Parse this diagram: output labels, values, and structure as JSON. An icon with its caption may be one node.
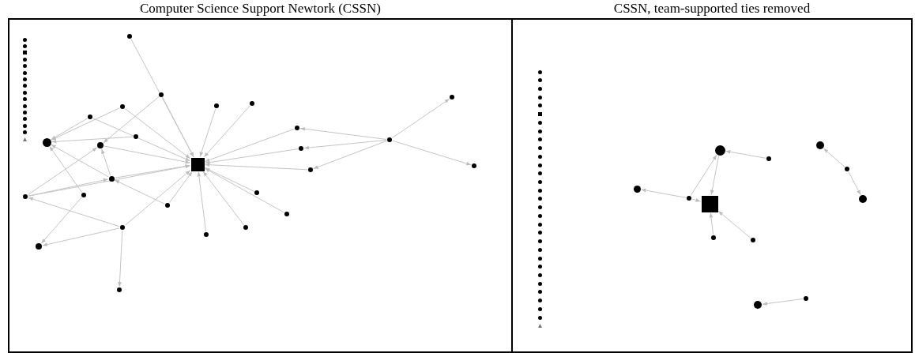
{
  "diagram": {
    "nodes": [
      {
        "text": [
          "Computer Science Support Newtork (CSSN)"
        ]
      },
      {
        "text": [],
        "shape": "circle",
        "in": 0
      },
      {
        "text": [],
        "shape": "circle",
        "in": 0
      },
      {
        "text": [],
        "shape": "box",
        "in": 0
      },
      {
        "text": [],
        "shape": "circle",
        "in": 0
      },
      {
        "text": [],
        "shape": "circle",
        "in": 0
      },
      {
        "text": [],
        "shape": "circle",
        "in": 0
      },
      {
        "text": [],
        "shape": "circle",
        "in": 0
      },
      {
        "text": [],
        "shape": "circle",
        "in": 0
      },
      {
        "text": [],
        "shape": "circle",
        "in": 0
      },
      {
        "text": [],
        "shape": "circle",
        "in": 0
      },
      {
        "text": [],
        "shape": "circle",
        "in": 0
      },
      {
        "text": [],
        "shape": "circle",
        "in": 0
      },
      {
        "text": [],
        "shape": "circle",
        "in": 0
      },
      {
        "text": [],
        "shape": "circle",
        "in": 0
      },
      {
        "text": [],
        "shape": "circle",
        "in": 0
      },
      {
        "text": [],
        "shape": "triangle",
        "in": 0
      },
      {
        "text": [],
        "shape": "circle",
        "in": 0
      },
      {
        "text": [],
        "shape": "circle",
        "in": 0
      },
      {
        "text": [],
        "shape": "circle",
        "in": 0
      },
      {
        "text": [],
        "shape": "circle",
        "in": 0
      },
      {
        "text": [],
        "shape": "circle",
        "in": 0
      },
      {
        "text": [],
        "shape": "circle",
        "in": 0
      },
      {
        "text": [],
        "shape": "circle",
        "in": 0
      },
      {
        "text": [],
        "shape": "box",
        "in": 0
      },
      {
        "text": [],
        "shape": "circle",
        "in": 0
      },
      {
        "text": [],
        "shape": "circle",
        "in": 0
      },
      {
        "text": [],
        "shape": "circle",
        "in": 0
      },
      {
        "text": [],
        "shape": "circle",
        "in": 0
      },
      {
        "text": [],
        "shape": "circle",
        "in": 0
      },
      {
        "text": [],
        "shape": "circle",
        "in": 0
      },
      {
        "text": [],
        "shape": "circle",
        "in": 0
      },
      {
        "text": [],
        "shape": "circle",
        "in": 0
      },
      {
        "text": [],
        "shape": "circle",
        "in": 0
      },
      {
        "text": [],
        "shape": "circle",
        "in": 0
      },
      {
        "text": [],
        "shape": "circle",
        "in": 0
      },
      {
        "text": [],
        "shape": "circle",
        "in": 0
      },
      {
        "text": [],
        "shape": "circle",
        "in": 0
      },
      {
        "text": [],
        "shape": "circle",
        "in": 0
      },
      {
        "text": [],
        "shape": "circle",
        "in": 0
      },
      {
        "text": [],
        "shape": "circle",
        "in": 0
      },
      {
        "text": [],
        "shape": "circle",
        "in": 0
      },
      {
        "text": [],
        "shape": "circle",
        "in": 0
      },
      {
        "text": [],
        "shape": "circle",
        "in": 0
      },
      {
        "text": [
          "CSSN, team-supported ties removed"
        ]
      },
      {
        "text": [],
        "shape": "circle",
        "in": 44
      },
      {
        "text": [],
        "shape": "circle",
        "in": 44
      },
      {
        "text": [],
        "shape": "circle",
        "in": 44
      },
      {
        "text": [],
        "shape": "circle",
        "in": 44
      },
      {
        "text": [],
        "shape": "circle",
        "in": 44
      },
      {
        "text": [],
        "shape": "box",
        "in": 44
      },
      {
        "text": [],
        "shape": "circle",
        "in": 44
      },
      {
        "text": [],
        "shape": "circle",
        "in": 44
      },
      {
        "text": [],
        "shape": "circle",
        "in": 44
      },
      {
        "text": [],
        "shape": "circle",
        "in": 44
      },
      {
        "text": [],
        "shape": "circle",
        "in": 44
      },
      {
        "text": [],
        "shape": "circle",
        "in": 44
      },
      {
        "text": [],
        "shape": "circle",
        "in": 44
      },
      {
        "text": [],
        "shape": "circle",
        "in": 44
      },
      {
        "text": [],
        "shape": "circle",
        "in": 44
      },
      {
        "text": [],
        "shape": "circle",
        "in": 44
      },
      {
        "text": [],
        "shape": "circle",
        "in": 44
      },
      {
        "text": [],
        "shape": "circle",
        "in": 44
      },
      {
        "text": [],
        "shape": "circle",
        "in": 44
      },
      {
        "text": [],
        "shape": "circle",
        "in": 44
      },
      {
        "text": [],
        "shape": "circle",
        "in": 44
      },
      {
        "text": [],
        "shape": "circle",
        "in": 44
      },
      {
        "text": [],
        "shape": "circle",
        "in": 44
      },
      {
        "text": [],
        "shape": "circle",
        "in": 44
      },
      {
        "text": [],
        "shape": "circle",
        "in": 44
      },
      {
        "text": [],
        "shape": "circle",
        "in": 44
      },
      {
        "text": [],
        "shape": "circle",
        "in": 44
      },
      {
        "text": [],
        "shape": "circle",
        "in": 44
      },
      {
        "text": [],
        "shape": "circle",
        "in": 44
      },
      {
        "text": [],
        "shape": "circle",
        "in": 44
      },
      {
        "text": [],
        "shape": "triangle",
        "in": 44
      },
      {
        "text": [],
        "shape": "circle",
        "in": 44
      },
      {
        "text": [],
        "shape": "circle",
        "in": 44
      },
      {
        "text": [],
        "shape": "circle",
        "in": 44
      },
      {
        "text": [],
        "shape": "circle",
        "in": 44
      },
      {
        "text": [],
        "shape": "box",
        "in": 44
      },
      {
        "text": [],
        "shape": "circle",
        "in": 44
      },
      {
        "text": [],
        "shape": "circle",
        "in": 44
      },
      {
        "text": [],
        "shape": "circle",
        "in": 44
      },
      {
        "text": [],
        "shape": "circle",
        "in": 44
      },
      {
        "text": [],
        "shape": "circle",
        "in": 44
      },
      {
        "text": [],
        "shape": "circle",
        "in": 44
      },
      {
        "text": [],
        "shape": "circle",
        "in": 44
      }
    ],
    "edges": [
      {
        "from": 17,
        "to": 24,
        "arrow": "to"
      },
      {
        "from": 18,
        "to": 24,
        "arrow": "to"
      },
      {
        "from": 18,
        "to": 23,
        "arrow": "to"
      },
      {
        "from": 19,
        "to": 22,
        "arrow": "to"
      },
      {
        "from": 19,
        "to": 24,
        "arrow": "to"
      },
      {
        "from": 20,
        "to": 22,
        "arrow": "to"
      },
      {
        "from": 20,
        "to": 24,
        "arrow": "to"
      },
      {
        "from": 21,
        "to": 22,
        "arrow": "to"
      },
      {
        "from": 23,
        "to": 24,
        "arrow": "to"
      },
      {
        "from": 25,
        "to": 23,
        "arrow": "to"
      },
      {
        "from": 25,
        "to": 22,
        "arrow": "to"
      },
      {
        "from": 25,
        "to": 24,
        "arrow": "to"
      },
      {
        "from": 26,
        "to": 23,
        "arrow": "to"
      },
      {
        "from": 26,
        "to": 25,
        "arrow": "to"
      },
      {
        "from": 26,
        "to": 24,
        "arrow": "to"
      },
      {
        "from": 27,
        "to": 22,
        "arrow": "to"
      },
      {
        "from": 27,
        "to": 30,
        "arrow": "to"
      },
      {
        "from": 28,
        "to": 25,
        "arrow": "to"
      },
      {
        "from": 28,
        "to": 24,
        "arrow": "to"
      },
      {
        "from": 29,
        "to": 26,
        "arrow": "to"
      },
      {
        "from": 29,
        "to": 30,
        "arrow": "to"
      },
      {
        "from": 29,
        "to": 31,
        "arrow": "to"
      },
      {
        "from": 29,
        "to": 24,
        "arrow": "to"
      },
      {
        "from": 32,
        "to": 24,
        "arrow": "to"
      },
      {
        "from": 33,
        "to": 24,
        "arrow": "to"
      },
      {
        "from": 34,
        "to": 24,
        "arrow": "to"
      },
      {
        "from": 35,
        "to": 24,
        "arrow": "to"
      },
      {
        "from": 36,
        "to": 24,
        "arrow": "to"
      },
      {
        "from": 37,
        "to": 24,
        "arrow": "to"
      },
      {
        "from": 38,
        "to": 24,
        "arrow": "to"
      },
      {
        "from": 39,
        "to": 24,
        "arrow": "to"
      },
      {
        "from": 40,
        "to": 37,
        "arrow": "to"
      },
      {
        "from": 40,
        "to": 38,
        "arrow": "to"
      },
      {
        "from": 40,
        "to": 39,
        "arrow": "to"
      },
      {
        "from": 40,
        "to": 41,
        "arrow": "to"
      },
      {
        "from": 40,
        "to": 42,
        "arrow": "to"
      },
      {
        "from": 43,
        "to": 24,
        "arrow": "to"
      },
      {
        "from": 77,
        "to": 76,
        "arrow": "to"
      },
      {
        "from": 79,
        "to": 78,
        "arrow": "to"
      },
      {
        "from": 79,
        "to": 76,
        "arrow": "to"
      },
      {
        "from": 79,
        "to": 80,
        "arrow": "to"
      },
      {
        "from": 76,
        "to": 80,
        "arrow": "to"
      },
      {
        "from": 81,
        "to": 80,
        "arrow": "to"
      },
      {
        "from": 82,
        "to": 80,
        "arrow": "to"
      },
      {
        "from": 84,
        "to": 83,
        "arrow": "to"
      },
      {
        "from": 84,
        "to": 85,
        "arrow": "to"
      },
      {
        "from": 87,
        "to": 86,
        "arrow": "to"
      }
    ]
  }
}
